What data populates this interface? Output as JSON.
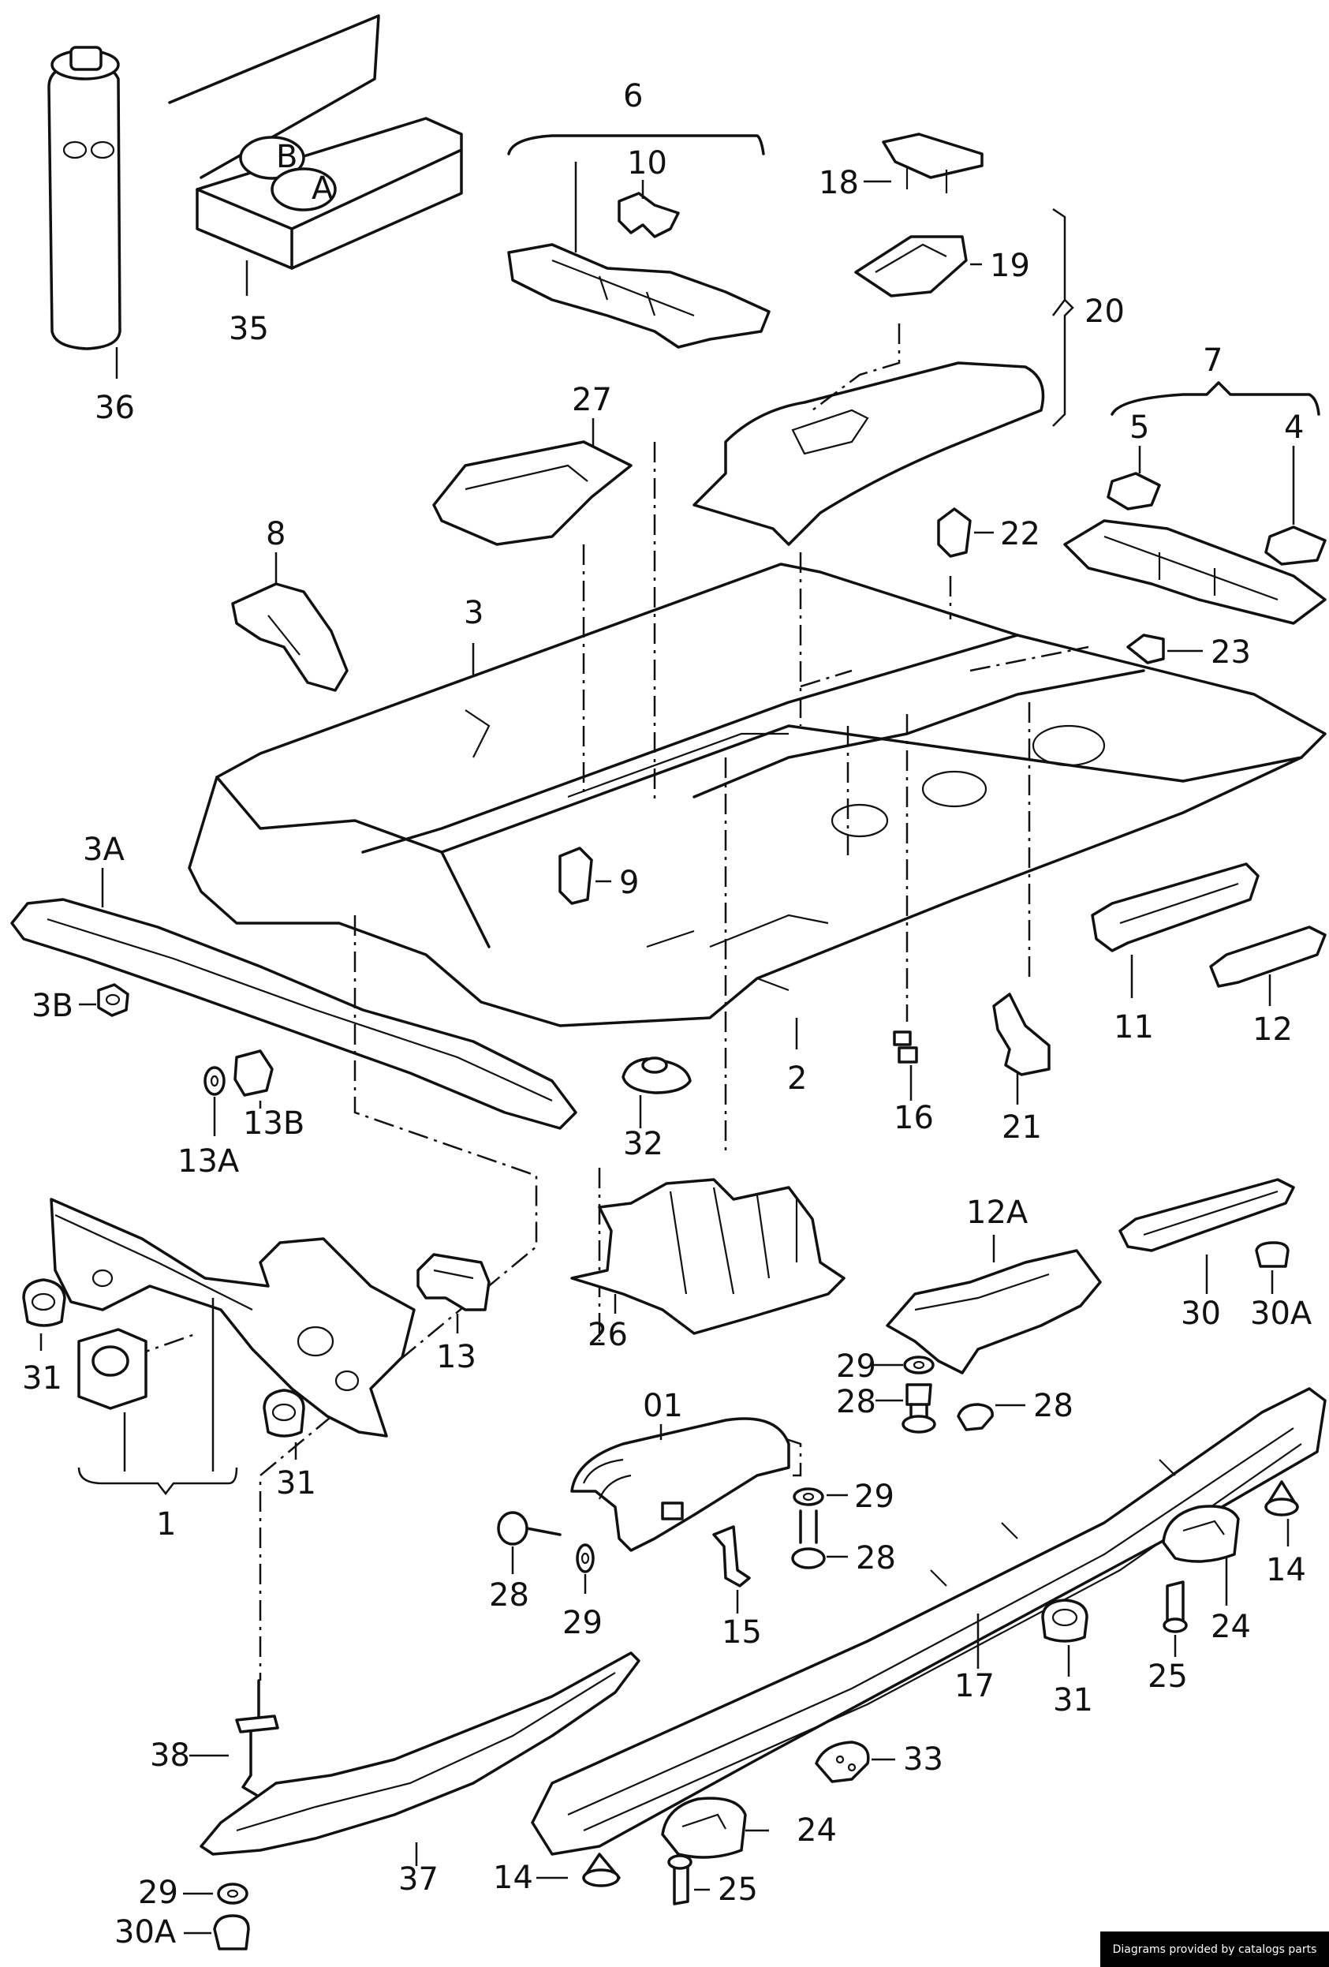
{
  "labels": {
    "l36": "36",
    "l35": "35",
    "l6": "6",
    "l10": "10",
    "l18": "18",
    "l19": "19",
    "l20": "20",
    "l27": "27",
    "l7": "7",
    "l5": "5",
    "l4": "4",
    "l8": "8",
    "l22": "22",
    "l3": "3",
    "l23": "23",
    "l3A": "3A",
    "l9": "9",
    "l3B": "3B",
    "l13A": "13A",
    "l13B": "13B",
    "l11": "11",
    "l12": "12",
    "l2": "2",
    "l32": "32",
    "l16": "16",
    "l21": "21",
    "l12A": "12A",
    "l30": "30",
    "l30A_top": "30A",
    "l26": "26",
    "l13": "13",
    "l31_left": "31",
    "l31_mid": "31",
    "l1": "1",
    "l01": "01",
    "l29_a": "29",
    "l28_a": "28",
    "l28_b": "28",
    "l29_b": "29",
    "l28_c": "28",
    "l28_d": "28",
    "l29_c": "29",
    "l15": "15",
    "l14_right": "14",
    "l24_right": "24",
    "l25_right": "25",
    "l31_right": "31",
    "l17": "17",
    "l38": "38",
    "l33": "33",
    "l24_bottom": "24",
    "l37": "37",
    "l29_d": "29",
    "l14_bottom": "14",
    "l25_bottom": "25",
    "l30A_bottom": "30A"
  },
  "footer": {
    "credit": "Diagrams provided by catalogs parts"
  },
  "colors": {
    "ink": "#111111",
    "background": "#ffffff",
    "credit_bg": "#000000"
  }
}
